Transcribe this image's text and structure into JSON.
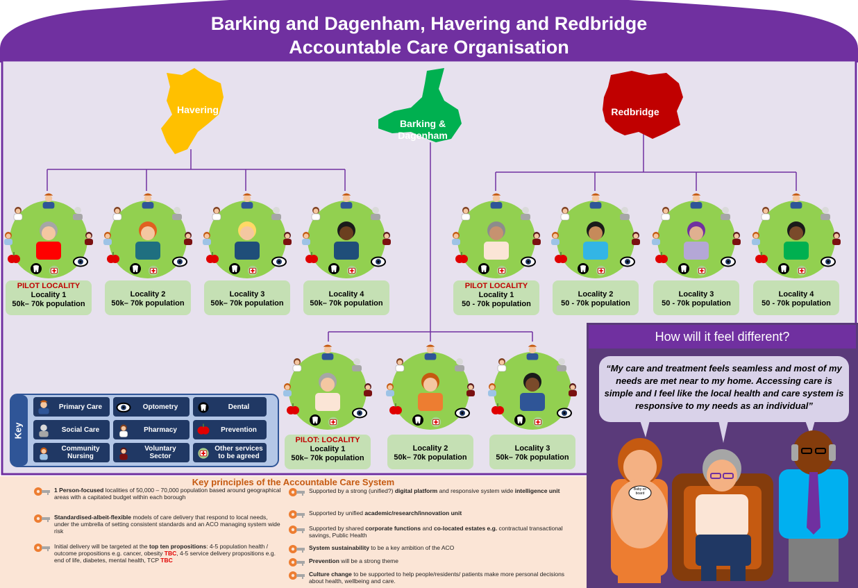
{
  "header": {
    "title_line1": "Barking and Dagenham, Havering and Redbridge",
    "title_line2": "Accountable Care Organisation"
  },
  "boroughs": [
    {
      "name": "Havering",
      "color": "#ffc000"
    },
    {
      "name": "Barking & Dagenham",
      "color": "#00b050"
    },
    {
      "name": "Redbridge",
      "color": "#c00000"
    }
  ],
  "localities": {
    "havering": [
      {
        "pilot": "PILOT LOCALITY",
        "name": "Locality 1",
        "population": "50k– 70k population",
        "shirt": "#ff0000",
        "skin": "#f4c7a1",
        "hair": "#a6a6a6"
      },
      {
        "pilot": "",
        "name": "Locality 2",
        "population": "50k– 70k population",
        "shirt": "#1f6f80",
        "skin": "#f4c7a1",
        "hair": "#e06020"
      },
      {
        "pilot": "",
        "name": "Locality 3",
        "population": "50k– 70k population",
        "shirt": "#1f4e79",
        "skin": "#f4c7a1",
        "hair": "#ffd966"
      },
      {
        "pilot": "",
        "name": "Locality 4",
        "population": "50k– 70k population",
        "shirt": "#1f4e79",
        "skin": "#6b3f1f",
        "hair": "#1a1a1a"
      }
    ],
    "redbridge": [
      {
        "pilot": "PILOT LOCALITY",
        "name": "Locality 1",
        "population": "50 - 70k population",
        "shirt": "#fbe5d6",
        "skin": "#c69270",
        "hair": "#8c8c8c"
      },
      {
        "pilot": "",
        "name": "Locality 2",
        "population": "50 - 70k population",
        "shirt": "#33b5e5",
        "skin": "#c68a5a",
        "hair": "#1a1a1a"
      },
      {
        "pilot": "",
        "name": "Locality 3",
        "population": "50 - 70k population",
        "shirt": "#b4a7d6",
        "skin": "#e0b090",
        "hair": "#7030a0"
      },
      {
        "pilot": "",
        "name": "Locality 4",
        "population": "50 - 70k population",
        "shirt": "#00b050",
        "skin": "#7a4a2a",
        "hair": "#1a1a1a"
      }
    ],
    "barking": [
      {
        "pilot": "PILOT: LOCALITY",
        "name": "Locality 1",
        "population": "50k– 70k population",
        "shirt": "#fbe5d6",
        "skin": "#f4c7a1",
        "hair": "#a6a6a6"
      },
      {
        "pilot": "",
        "name": "Locality 2",
        "population": "50k– 70k population",
        "shirt": "#ed7d31",
        "skin": "#f4c7a1",
        "hair": "#c55a11"
      },
      {
        "pilot": "",
        "name": "Locality 3",
        "population": "50k– 70k population",
        "shirt": "#2f5597",
        "skin": "#7a4a2a",
        "hair": "#1a1a1a"
      }
    ]
  },
  "key": {
    "label": "Key",
    "items": [
      {
        "label": "Primary Care",
        "icon": "doctor-icon"
      },
      {
        "label": "Optometry",
        "icon": "eye-icon"
      },
      {
        "label": "Dental",
        "icon": "tooth-icon"
      },
      {
        "label": "Social Care",
        "icon": "carer-icon"
      },
      {
        "label": "Pharmacy",
        "icon": "pharmacist-icon"
      },
      {
        "label": "Prevention",
        "icon": "apple-icon"
      },
      {
        "label": "Community Nursing",
        "icon": "nurse-icon"
      },
      {
        "label": "Voluntary Sector",
        "icon": "volunteer-icon"
      },
      {
        "label": "Other services to be agreed",
        "icon": "first-aid-icon"
      }
    ]
  },
  "principles": {
    "title": "Key principles of the Accountable Care System",
    "left": [
      {
        "parts": [
          [
            "b",
            "1 Person-focused"
          ],
          [
            "t",
            " localities of 50,000 – 70,000 population based around geographical areas with a capitated budget within each borough"
          ]
        ]
      },
      {
        "parts": [
          [
            "b",
            "Standardised-albeit-flexible"
          ],
          [
            "t",
            " models of care delivery that respond to local needs, under the umbrella of setting consistent standards and an ACO managing system wide risk"
          ]
        ]
      },
      {
        "parts": [
          [
            "t",
            "Initial delivery will be targeted at the "
          ],
          [
            "b",
            "top ten propositions"
          ],
          [
            "t",
            ": 4-5 population health / outcome propositions e.g. cancer, obesity "
          ],
          [
            "r",
            "TBC"
          ],
          [
            "t",
            ", 4-5 service delivery propositions e.g. end of life, diabetes, mental health, TCP "
          ],
          [
            "r",
            "TBC"
          ]
        ]
      }
    ],
    "right": [
      {
        "parts": [
          [
            "t",
            "Supported by a strong (unified?) "
          ],
          [
            "b",
            "digital platform"
          ],
          [
            "t",
            " and responsive system wide "
          ],
          [
            "b",
            "intelligence unit"
          ]
        ]
      },
      {
        "parts": [
          [
            "t",
            "Supported by unified "
          ],
          [
            "b",
            "academic/research/innovation unit"
          ]
        ]
      },
      {
        "parts": [
          [
            "t",
            "Supported by shared "
          ],
          [
            "b",
            "corporate functions"
          ],
          [
            "t",
            " and "
          ],
          [
            "b",
            "co-located estates e.g."
          ],
          [
            "t",
            " contractual transactional savings, Public Health"
          ]
        ]
      },
      {
        "parts": [
          [
            "b",
            "System sustainability"
          ],
          [
            "t",
            " to be a key ambition of the ACO"
          ]
        ]
      },
      {
        "parts": [
          [
            "b",
            "Prevention"
          ],
          [
            "t",
            " will be a strong theme"
          ]
        ]
      },
      {
        "parts": [
          [
            "b",
            "Culture change"
          ],
          [
            "t",
            " to be supported to help people/residents/ patients make more personal decisions about health, wellbeing and care."
          ]
        ]
      }
    ]
  },
  "feel": {
    "title": "How will it feel different?",
    "quote": "“My care and treatment feels seamless and most of my needs are met near to my home. Accessing care is simple and I feel like the local health and care system is responsive to my needs as an individual”",
    "badge": "Baby on board"
  },
  "colors": {
    "purple": "#7030a0",
    "circle_green": "#92d050",
    "label_bg": "#c5e0b4",
    "key_dark": "#203864",
    "pilot_red": "#c00000",
    "principles_bg": "#fbe5d6"
  }
}
